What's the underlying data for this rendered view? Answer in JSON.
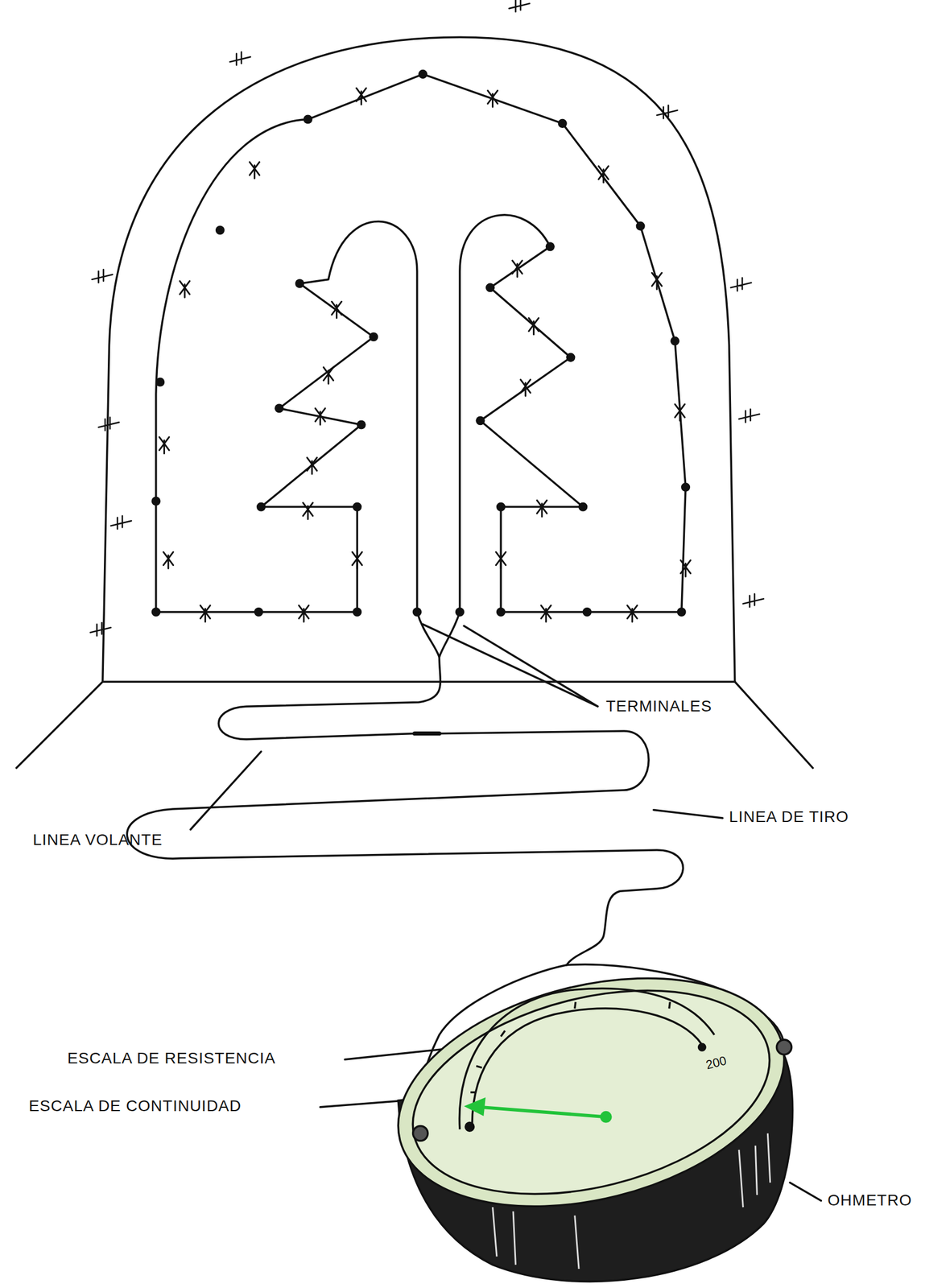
{
  "diagram": {
    "labels": [
      "TERMINALES",
      "LINEA VOLANTE",
      "LINEA DE TIRO",
      "ESCALA DE RESISTENCIA",
      "ESCALA DE CONTINUIDAD",
      "OHMETRO",
      "200"
    ]
  }
}
